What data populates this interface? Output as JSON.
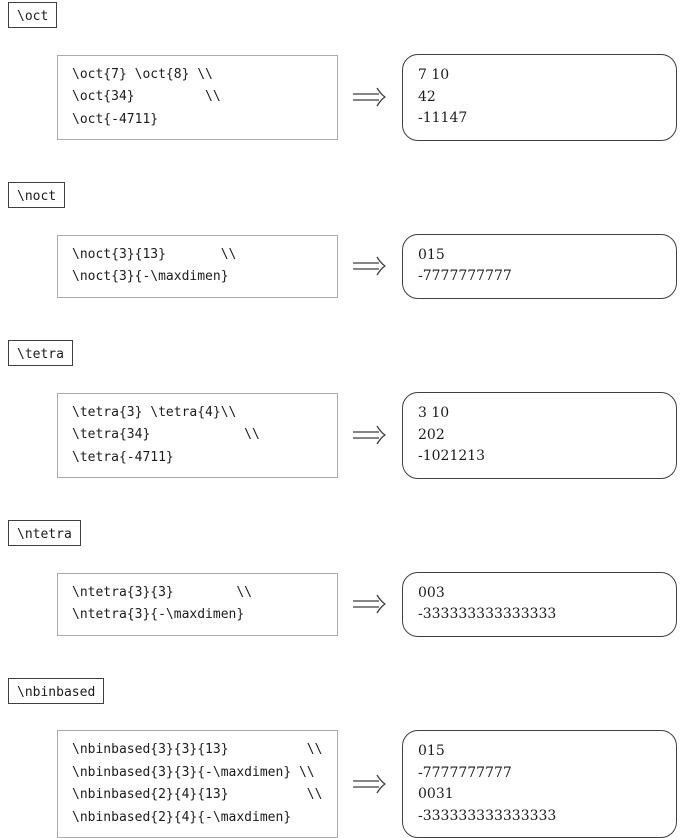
{
  "page": {
    "background_color": "#ffffff",
    "text_color": "#1c1c1c"
  },
  "colors": {
    "label_border": "#3f3f3f",
    "input_box_border": "#ababab",
    "output_box_border": "#3f3f3f",
    "arrow": "#3f3f3f"
  },
  "icons": {
    "implies_arrow": "⟹"
  },
  "sections": [
    {
      "label": "\\oct",
      "input_lines": [
        "\\oct{7} \\oct{8} \\\\",
        "\\oct{34}         \\\\",
        "\\oct{-4711}"
      ],
      "output_lines": [
        "7 10",
        "42",
        "-11147"
      ]
    },
    {
      "label": "\\noct",
      "input_lines": [
        "\\noct{3}{13}       \\\\",
        "\\noct{3}{-\\maxdimen}"
      ],
      "output_lines": [
        "015",
        "-7777777777"
      ]
    },
    {
      "label": "\\tetra",
      "input_lines": [
        "\\tetra{3} \\tetra{4}\\\\",
        "\\tetra{34}            \\\\",
        "\\tetra{-4711}"
      ],
      "output_lines": [
        "3 10",
        "202",
        "-1021213"
      ]
    },
    {
      "label": "\\ntetra",
      "input_lines": [
        "\\ntetra{3}{3}        \\\\",
        "\\ntetra{3}{-\\maxdimen}"
      ],
      "output_lines": [
        "003",
        "-333333333333333"
      ]
    },
    {
      "label": "\\nbinbased",
      "input_lines": [
        "\\nbinbased{3}{3}{13}          \\\\",
        "\\nbinbased{3}{3}{-\\maxdimen} \\\\",
        "\\nbinbased{2}{4}{13}          \\\\",
        "\\nbinbased{2}{4}{-\\maxdimen}"
      ],
      "output_lines": [
        "015",
        "-7777777777",
        "0031",
        "-333333333333333"
      ]
    }
  ]
}
